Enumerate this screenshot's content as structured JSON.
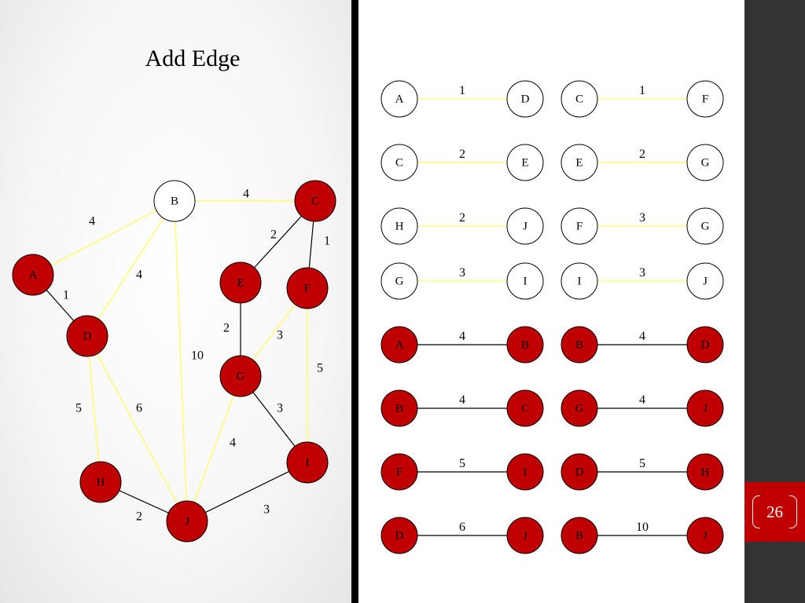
{
  "slide": {
    "title": "Add Edge",
    "page_number": "26"
  },
  "colors": {
    "selected_node": "#c00000",
    "unselected_node": "#ffffff",
    "candidate_edge": "#ffff66",
    "accepted_edge": "#000000",
    "sidebar": "#333333",
    "page_tab": "#c00000"
  },
  "graph": {
    "nodes": [
      {
        "id": "A",
        "label": "A",
        "selected": true
      },
      {
        "id": "B",
        "label": "B",
        "selected": false
      },
      {
        "id": "C",
        "label": "C",
        "selected": true
      },
      {
        "id": "D",
        "label": "D",
        "selected": true
      },
      {
        "id": "E",
        "label": "E",
        "selected": true
      },
      {
        "id": "F",
        "label": "F",
        "selected": true
      },
      {
        "id": "G",
        "label": "G",
        "selected": true
      },
      {
        "id": "H",
        "label": "H",
        "selected": true
      },
      {
        "id": "I",
        "label": "I",
        "selected": true
      },
      {
        "id": "J",
        "label": "J",
        "selected": true
      }
    ],
    "edges": [
      {
        "from": "A",
        "to": "B",
        "weight": "4",
        "accepted": false
      },
      {
        "from": "B",
        "to": "C",
        "weight": "4",
        "accepted": false
      },
      {
        "from": "B",
        "to": "D",
        "weight": "4",
        "accepted": false
      },
      {
        "from": "B",
        "to": "J",
        "weight": "10",
        "accepted": false
      },
      {
        "from": "A",
        "to": "D",
        "weight": "1",
        "accepted": true
      },
      {
        "from": "C",
        "to": "E",
        "weight": "2",
        "accepted": true
      },
      {
        "from": "C",
        "to": "F",
        "weight": "1",
        "accepted": true
      },
      {
        "from": "E",
        "to": "G",
        "weight": "2",
        "accepted": true
      },
      {
        "from": "F",
        "to": "G",
        "weight": "3",
        "accepted": false
      },
      {
        "from": "F",
        "to": "I",
        "weight": "5",
        "accepted": false
      },
      {
        "from": "G",
        "to": "I",
        "weight": "3",
        "accepted": true
      },
      {
        "from": "D",
        "to": "H",
        "weight": "5",
        "accepted": false
      },
      {
        "from": "D",
        "to": "J",
        "weight": "6",
        "accepted": false
      },
      {
        "from": "G",
        "to": "J",
        "weight": "4",
        "accepted": false
      },
      {
        "from": "H",
        "to": "J",
        "weight": "2",
        "accepted": true
      },
      {
        "from": "I",
        "to": "J",
        "weight": "3",
        "accepted": true
      }
    ]
  },
  "edge_list": [
    {
      "from": "A",
      "to": "D",
      "weight": "1",
      "state": "candidate"
    },
    {
      "from": "C",
      "to": "F",
      "weight": "1",
      "state": "candidate"
    },
    {
      "from": "C",
      "to": "E",
      "weight": "2",
      "state": "candidate"
    },
    {
      "from": "E",
      "to": "G",
      "weight": "2",
      "state": "candidate"
    },
    {
      "from": "H",
      "to": "J",
      "weight": "2",
      "state": "candidate"
    },
    {
      "from": "F",
      "to": "G",
      "weight": "3",
      "state": "candidate"
    },
    {
      "from": "G",
      "to": "I",
      "weight": "3",
      "state": "candidate"
    },
    {
      "from": "I",
      "to": "J",
      "weight": "3",
      "state": "candidate"
    },
    {
      "from": "A",
      "to": "B",
      "weight": "4",
      "state": "selected"
    },
    {
      "from": "B",
      "to": "D",
      "weight": "4",
      "state": "selected"
    },
    {
      "from": "B",
      "to": "C",
      "weight": "4",
      "state": "selected"
    },
    {
      "from": "G",
      "to": "J",
      "weight": "4",
      "state": "selected"
    },
    {
      "from": "F",
      "to": "I",
      "weight": "5",
      "state": "selected"
    },
    {
      "from": "D",
      "to": "H",
      "weight": "5",
      "state": "selected"
    },
    {
      "from": "D",
      "to": "J",
      "weight": "6",
      "state": "selected"
    },
    {
      "from": "B",
      "to": "J",
      "weight": "10",
      "state": "selected"
    }
  ]
}
